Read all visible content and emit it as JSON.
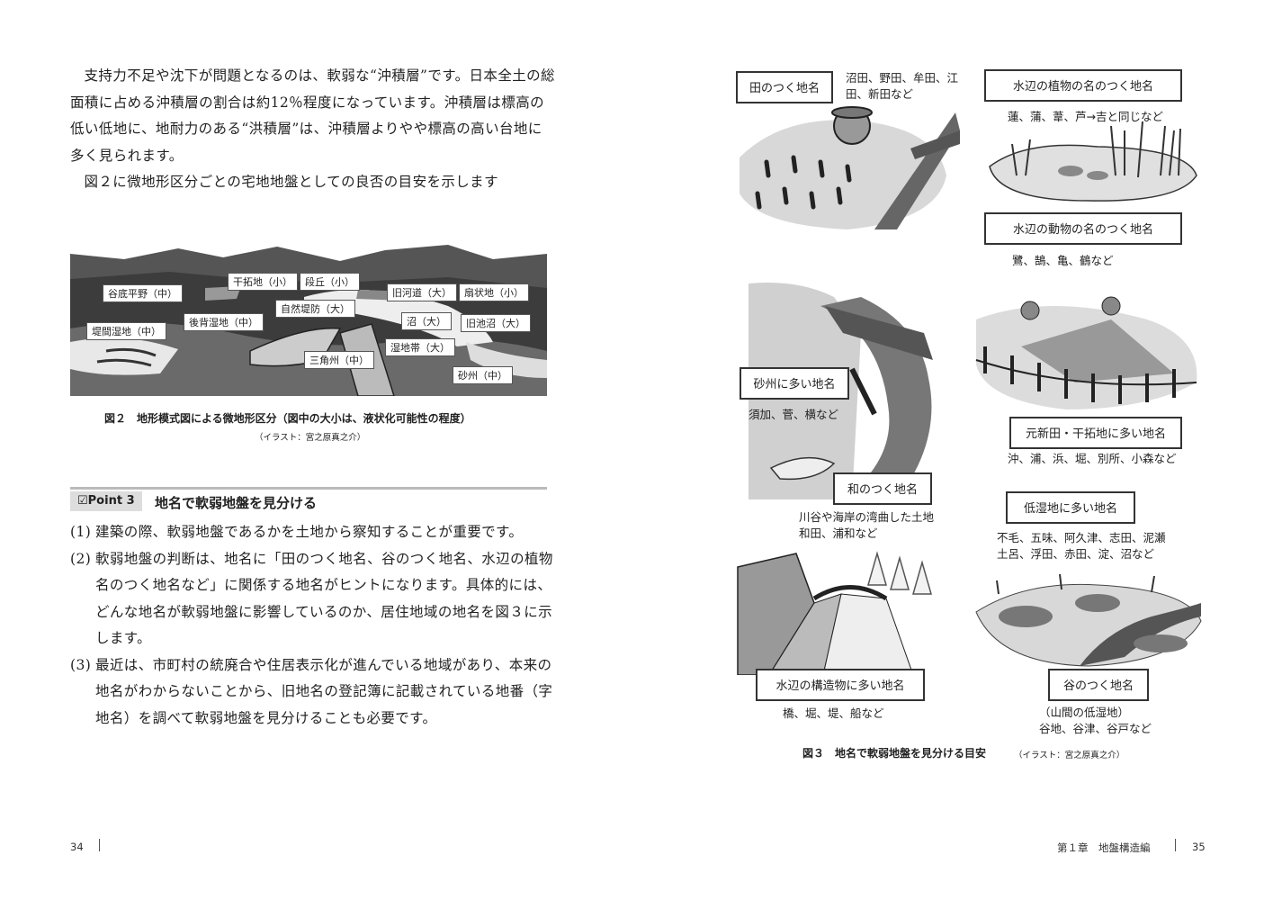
{
  "left_page": {
    "paragraphs": [
      "支持力不足や沈下が問題となるのは、軟弱な“沖積層”です。日本全土の総面積に占める沖積層の割合は約12％程度になっています。沖積層は標高の低い低地に、地耐力のある“洪積層”は、沖積層よりやや標高の高い台地に多く見られます。",
      "図２に微地形区分ごとの宅地地盤としての良否の目安を示します"
    ],
    "figure2": {
      "labels": {
        "kokutei": "谷底平野（中）",
        "teibo": "堤間湿地（中）",
        "shizen_tei": "自然堤防（大）",
        "kanta": "干拓地（小）",
        "dankyu": "段丘（小）",
        "kyukasen": "旧河道（大）",
        "sakiyama": "扇状地（小）",
        "numa": "沼（大）",
        "kyunuma": "旧池沼（大）",
        "kohyo": "後背湿地（中）",
        "sankaku": "三角州（中）",
        "shuchi": "湿地帯（大）",
        "sasu": "砂州（中）"
      },
      "caption": "図２　地形模式図による微地形区分（図中の大小は、液状化可能性の程度）",
      "credit": "（イラスト：宮之原真之介）"
    },
    "point": {
      "badge": "☑Point 3",
      "title": "地名で軟弱地盤を見分ける"
    },
    "list": [
      {
        "num": "(1)",
        "text": "建築の際、軟弱地盤であるかを土地から察知することが重要です。"
      },
      {
        "num": "(2)",
        "text": "軟弱地盤の判断は、地名に「田のつく地名、谷のつく地名、水辺の植物名のつく地名など」に関係する地名がヒントになります。具体的には、どんな地名が軟弱地盤に影響しているのか、居住地域の地名を図３に示します。"
      },
      {
        "num": "(3)",
        "text": "最近は、市町村の統廃合や住居表示化が進んでいる地域があり、本来の地名がわからないことから、旧地名の登記簿に記載されている地番（字地名）を調べて軟弱地盤を見分けることも必要です。"
      }
    ],
    "page_number": "34"
  },
  "right_page": {
    "boxes": {
      "ta": {
        "label": "田のつく地名",
        "names": "沼田、野田、牟田、江田、新田など"
      },
      "plant": {
        "label": "水辺の植物の名のつく地名",
        "names": "蓮、蒲、葦、芦→吉と同じなど"
      },
      "animal": {
        "label": "水辺の動物の名のつく地名",
        "names": "鷺、鵠、亀、鶴など"
      },
      "sasu": {
        "label": "砂州に多い地名",
        "names": "須加、菅、横など"
      },
      "shinden": {
        "label": "元新田・干拓地に多い地名",
        "names": "沖、浦、浜、堀、別所、小森など"
      },
      "wa": {
        "label": "和のつく地名",
        "names": "川谷や海岸の湾曲した土地\n和田、浦和など"
      },
      "teishitsu": {
        "label": "低湿地に多い地名",
        "names": "不毛、五味、阿久津、志田、泥瀬\n土呂、浮田、赤田、淀、沼など"
      },
      "kozo": {
        "label": "水辺の構造物に多い地名",
        "names": "橋、堀、堤、船など"
      },
      "tani": {
        "label": "谷のつく地名",
        "names": "（山間の低湿地）\n谷地、谷津、谷戸など"
      }
    },
    "caption": "図３　地名で軟弱地盤を見分ける目安",
    "credit": "（イラスト：宮之原真之介）",
    "chapter": "第１章　地盤構造編",
    "page_number": "35"
  }
}
